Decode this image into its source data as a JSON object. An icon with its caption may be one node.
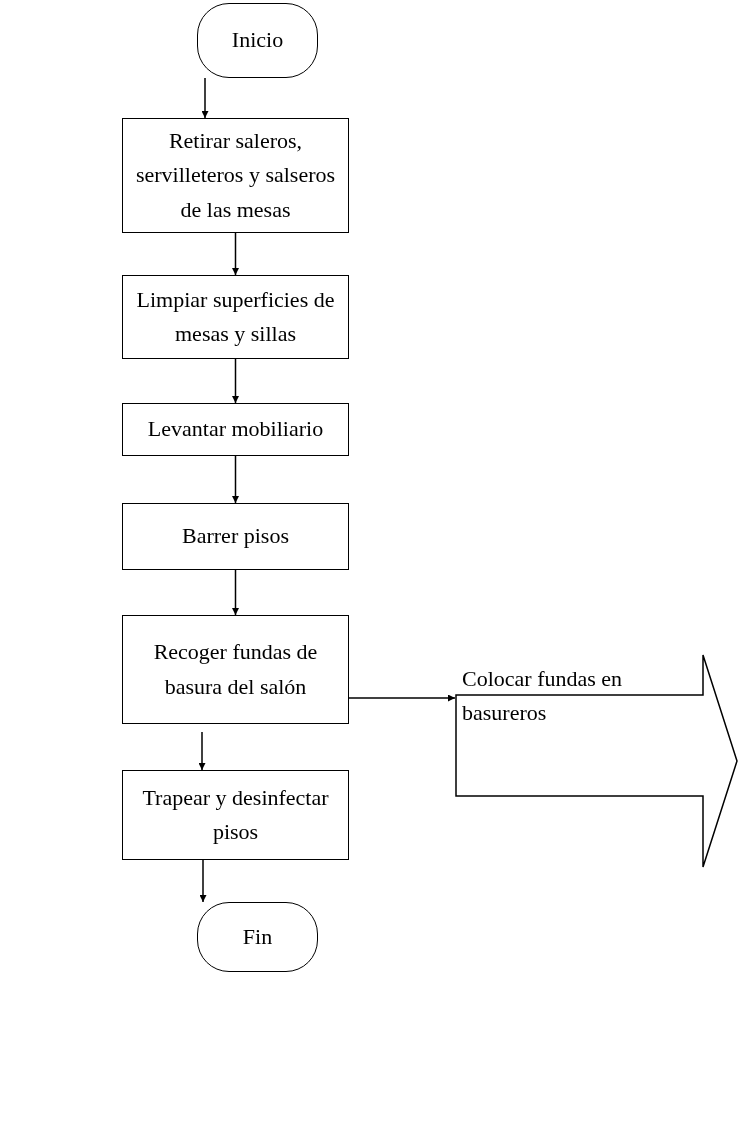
{
  "diagram": {
    "nodes": [
      {
        "text": [
          "Inicio"
        ]
      },
      {
        "text": [
          "Retirar saleros, servilleteros y salseros de las mesas"
        ]
      },
      {
        "text": [
          "Limpiar superficies de mesas y sillas"
        ]
      },
      {
        "text": [
          "Levantar mobiliario"
        ]
      },
      {
        "text": [
          "Barrer pisos"
        ]
      },
      {
        "text": [
          "Recoger fundas de basura del salón"
        ]
      },
      {
        "text": [
          "Colocar fundas en basureros"
        ]
      },
      {
        "text": [
          "Trapear y desinfectar pisos"
        ]
      },
      {
        "text": [
          "Fin"
        ]
      }
    ],
    "edges": [
      {
        "from": 0,
        "to": 1,
        "arrow": "to"
      },
      {
        "from": 1,
        "to": 2,
        "arrow": "to"
      },
      {
        "from": 2,
        "to": 3,
        "arrow": "to"
      },
      {
        "from": 3,
        "to": 4,
        "arrow": "to"
      },
      {
        "from": 4,
        "to": 5,
        "arrow": "to"
      },
      {
        "from": 5,
        "to": 6,
        "arrow": "to"
      },
      {
        "from": 5,
        "to": 7,
        "arrow": "to"
      },
      {
        "from": 7,
        "to": 8,
        "arrow": "to"
      }
    ]
  }
}
